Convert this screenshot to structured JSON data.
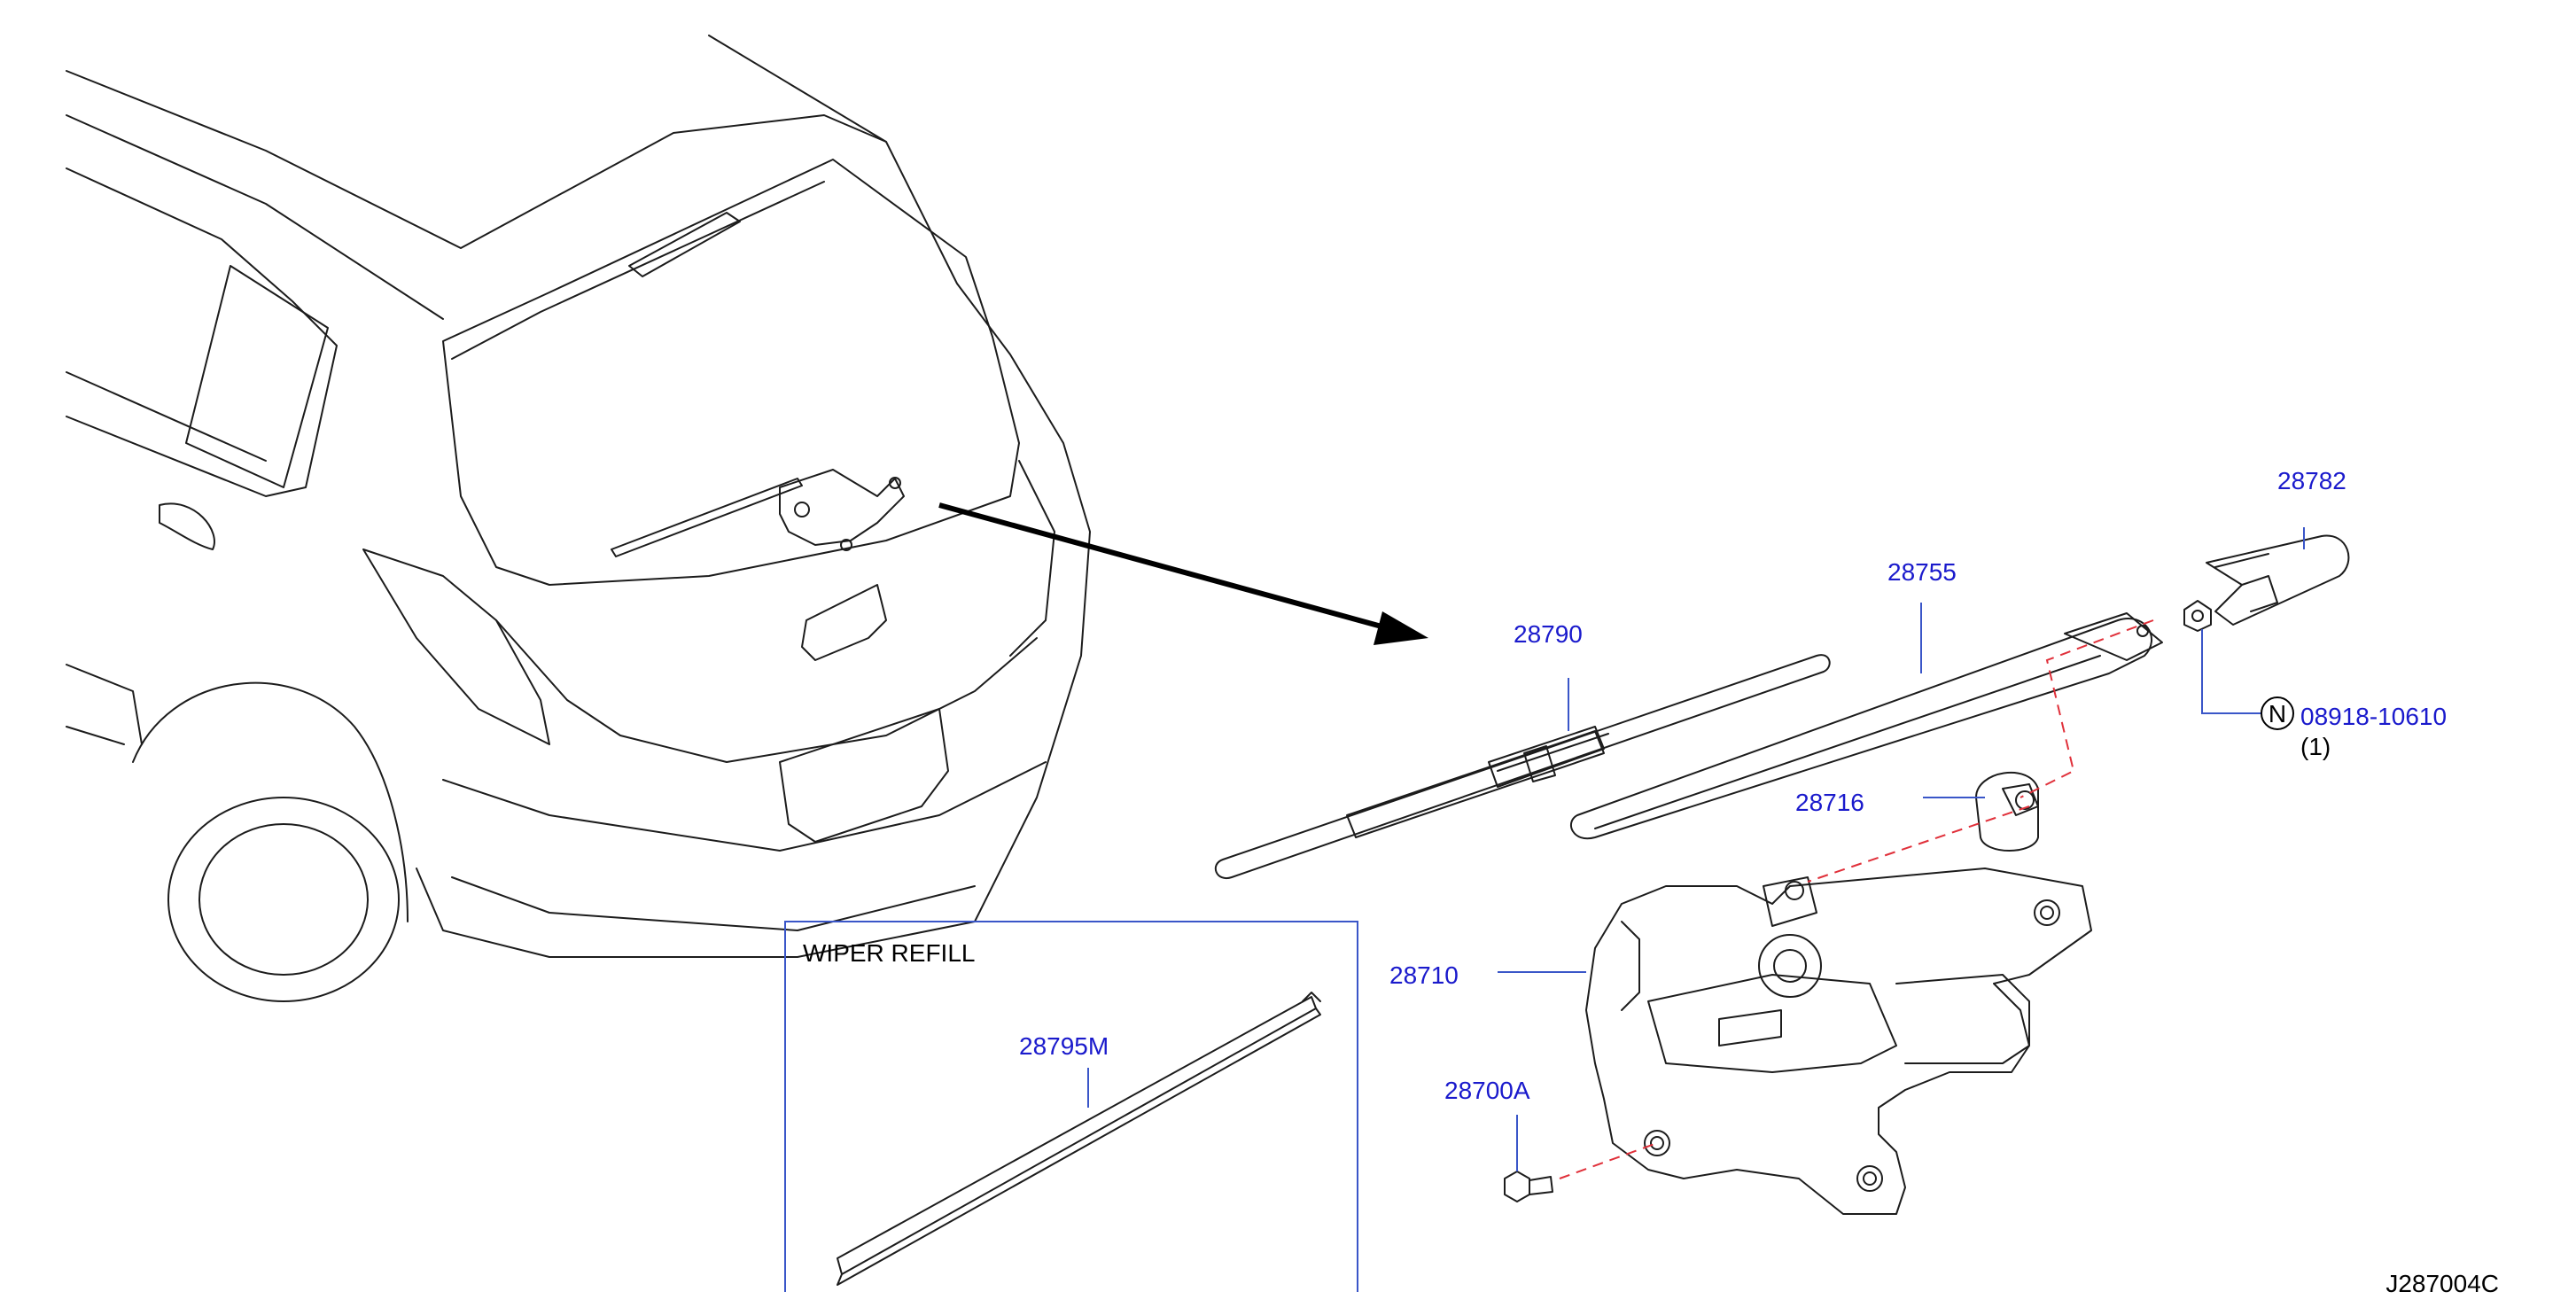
{
  "diagram": {
    "code": "J287004C",
    "refill_box_title": "WIPER   REFILL",
    "colors": {
      "label": "#1a1acc",
      "leader": "#3a56c8",
      "dashed": "#e0303a",
      "line_art": "#1c1c1c"
    },
    "parts": {
      "p28782": "28782",
      "p28755": "28755",
      "p28790": "28790",
      "p28716": "28716",
      "p28710": "28710",
      "p28700A": "28700A",
      "p28795M": "28795M",
      "nut_number": "08918-10610",
      "nut_qty": "(1)",
      "nut_symbol": "N"
    }
  }
}
